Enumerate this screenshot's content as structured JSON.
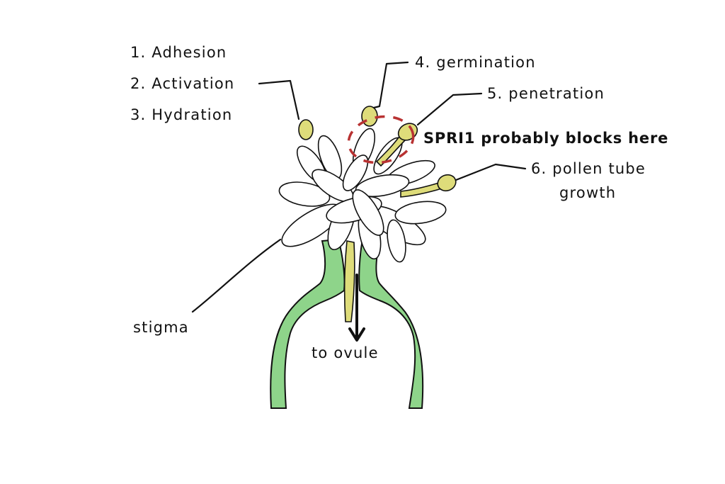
{
  "labels": {
    "adhesion": "1. Adhesion",
    "activation": "2. Activation",
    "hydration": "3. Hydration",
    "germination": "4. germination",
    "penetration": "5. penetration",
    "block_note": "SPRI1 probably blocks here",
    "tube_growth_line1": "6. pollen tube",
    "tube_growth_line2": "growth",
    "stigma": "stigma",
    "to_ovule": "to ovule"
  },
  "colors": {
    "style_green": "#8ed48a",
    "pollen_yellow": "#dedc7a",
    "block_circle_red": "#b83232",
    "ink": "#111111"
  }
}
